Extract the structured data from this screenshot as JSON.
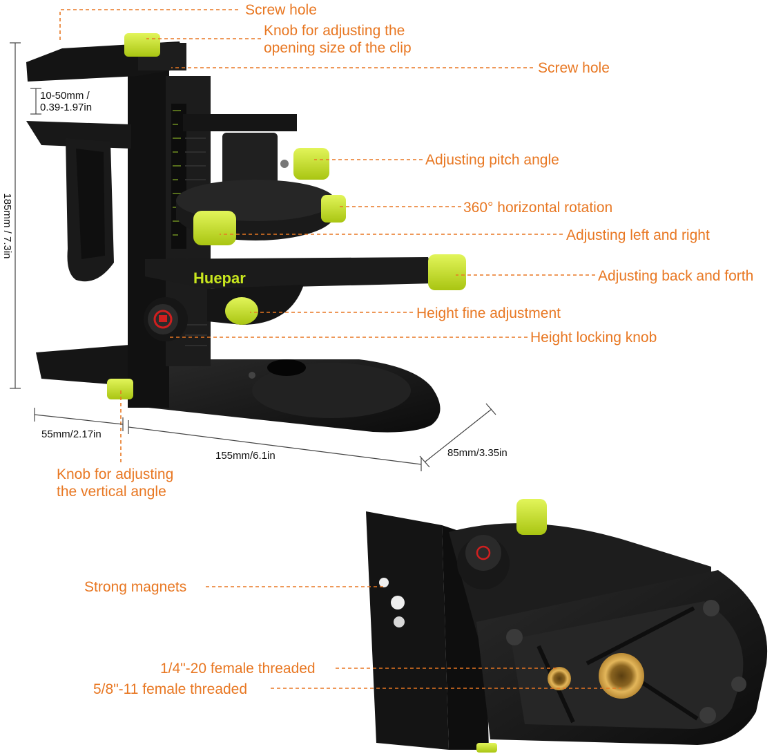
{
  "colors": {
    "label": "#e87722",
    "leader": "#e87722",
    "body": "#1a1a1a",
    "knob": "#c8e61e",
    "lock_red": "#d11f1f",
    "brass": "#d7a64a",
    "dimension": "#333333"
  },
  "logo": "Huepar",
  "callouts": {
    "screw_hole_top": "Screw hole",
    "clip_knob_line1": "Knob for adjusting the",
    "clip_knob_line2": "opening size of the clip",
    "screw_hole_mid": "Screw hole",
    "pitch_angle": "Adjusting pitch angle",
    "horizontal_rotation": "360° horizontal rotation",
    "left_right": "Adjusting left and right",
    "back_forth": "Adjusting back and forth",
    "height_fine": "Height fine adjustment",
    "height_lock": "Height locking knob",
    "vertical_knob_line1": "Knob for adjusting",
    "vertical_knob_line2": "the vertical angle",
    "magnets": "Strong magnets",
    "thread_quarter": "1/4\"-20 female threaded",
    "thread_fiveeighths": "5/8\"-11 female threaded"
  },
  "dimensions": {
    "clip_range_line1": "10-50mm /",
    "clip_range_line2": "0.39-1.97in",
    "height": "185mm / 7.3in",
    "depth_small": "55mm/2.17in",
    "length": "155mm/6.1in",
    "width": "85mm/3.35in"
  }
}
